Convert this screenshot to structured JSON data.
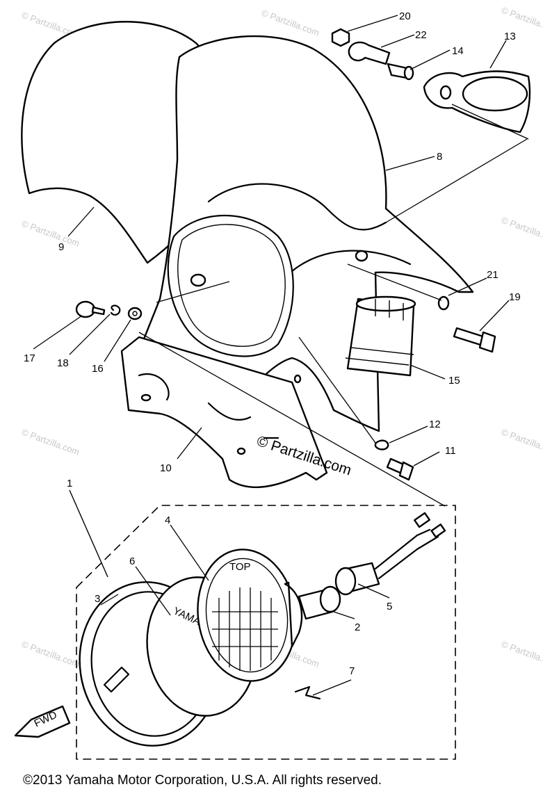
{
  "callouts": [
    {
      "id": "20",
      "text": "20"
    },
    {
      "id": "22",
      "text": "22"
    },
    {
      "id": "14",
      "text": "14"
    },
    {
      "id": "13",
      "text": "13"
    },
    {
      "id": "8",
      "text": "8"
    },
    {
      "id": "9",
      "text": "9"
    },
    {
      "id": "21",
      "text": "21"
    },
    {
      "id": "19",
      "text": "19"
    },
    {
      "id": "17",
      "text": "17"
    },
    {
      "id": "18",
      "text": "18"
    },
    {
      "id": "16",
      "text": "16"
    },
    {
      "id": "15",
      "text": "15"
    },
    {
      "id": "10",
      "text": "10"
    },
    {
      "id": "12",
      "text": "12"
    },
    {
      "id": "11",
      "text": "11"
    },
    {
      "id": "1",
      "text": "1"
    },
    {
      "id": "4",
      "text": "4"
    },
    {
      "id": "6",
      "text": "6"
    },
    {
      "id": "3",
      "text": "3"
    },
    {
      "id": "5",
      "text": "5"
    },
    {
      "id": "2",
      "text": "2"
    },
    {
      "id": "7",
      "text": "7"
    }
  ],
  "part_markings": {
    "top": "TOP",
    "brand": "YAMAHA",
    "fwd": "FWD"
  },
  "watermark": {
    "main": "© Partzilla.com",
    "tile": "© Partzilla.com"
  },
  "copyright": "©2013  Yamaha Motor Corporation, U.S.A. All rights reserved."
}
